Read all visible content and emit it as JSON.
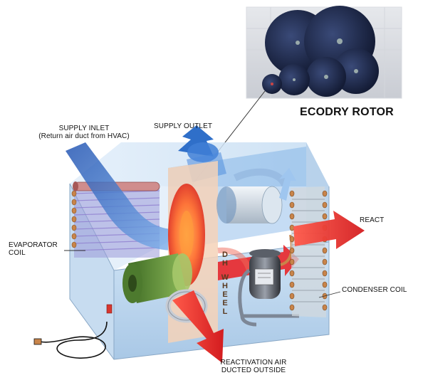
{
  "diagram": {
    "rotor_title": "ECODRY ROTOR",
    "labels": {
      "supply_inlet_line1": "SUPPLY INLET",
      "supply_inlet_line2": "(Return air duct from HVAC)",
      "supply_outlet": "SUPPLY OUTLET",
      "evaporator_line1": "EVAPORATOR",
      "evaporator_line2": "COIL",
      "react": "REACT",
      "condenser_coil": "CONDENSER COIL",
      "reactivation_line1": "REACTIVATION AIR",
      "reactivation_line2": "DUCTED OUTSIDE",
      "dh": "D H",
      "wheel": "W H E E L"
    },
    "colors": {
      "housing": "#bcd6ee",
      "supply_air": "#2f6fc9",
      "reactivation_air": "#e8262a",
      "copper": "#c8844a",
      "rotor_dark": "#1f2a4a",
      "fan_green": "#5e8c3a"
    }
  }
}
